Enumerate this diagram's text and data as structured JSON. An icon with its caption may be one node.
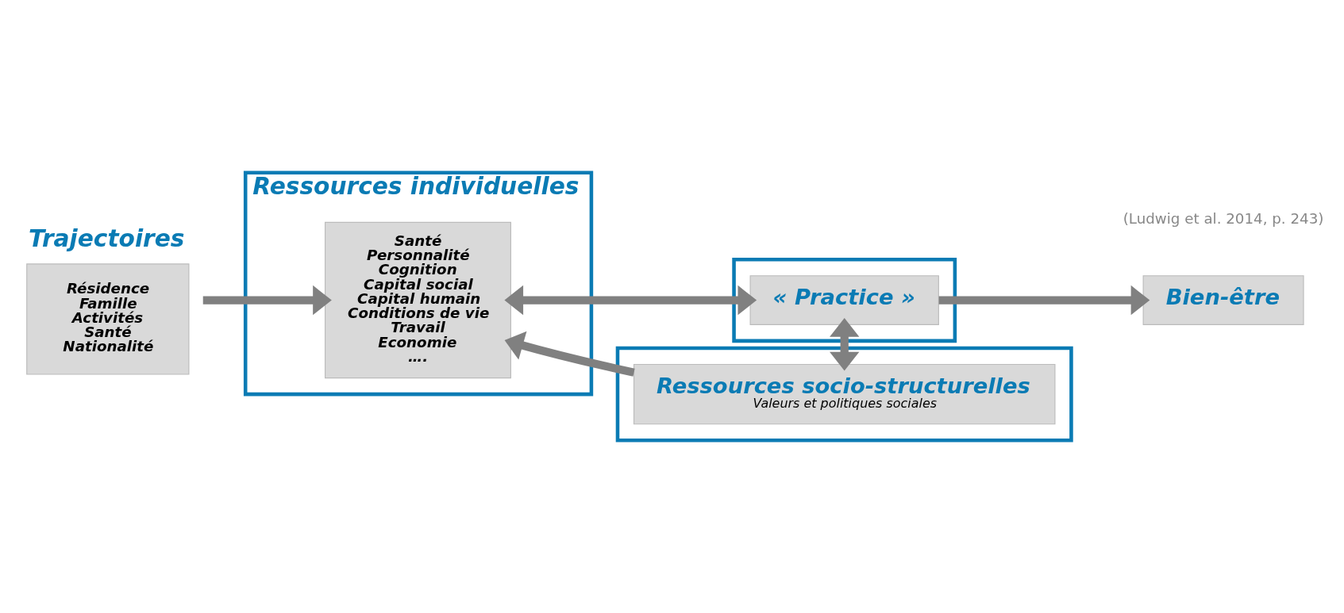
{
  "diagram": {
    "nodes": [
      {
        "text": [
          "Trajectoires",
          "Résidence",
          "Famille",
          "Activités",
          "Santé",
          "Nationalité"
        ]
      },
      {
        "text": [
          "Ressources individuelles"
        ]
      },
      {
        "text": [
          "Santé",
          "Personnalité",
          "Cognition",
          "Capital social",
          "Capital humain",
          "Conditions de vie",
          "Travail",
          "Economie",
          "…."
        ],
        "in": 1
      },
      {
        "text": [],
        "shape": "box"
      },
      {
        "text": [
          "« Practice »"
        ],
        "in": 3
      },
      {
        "text": [
          "Bien-être"
        ]
      },
      {
        "text": [],
        "shape": "box"
      },
      {
        "text": [
          "Ressources socio-structurelles",
          "Valeurs et politiques sociales"
        ],
        "in": 6
      }
    ],
    "edges": [
      {
        "from": 0,
        "to": 2,
        "arrow": "to"
      },
      {
        "from": 2,
        "to": 4,
        "arrow": "both"
      },
      {
        "from": 4,
        "to": 5,
        "arrow": "to"
      },
      {
        "from": 4,
        "to": 7,
        "arrow": "both"
      },
      {
        "from": 7,
        "to": 2,
        "arrow": "to"
      }
    ],
    "labels": [
      "(Ludwig et al. 2014, p. 243)"
    ]
  }
}
